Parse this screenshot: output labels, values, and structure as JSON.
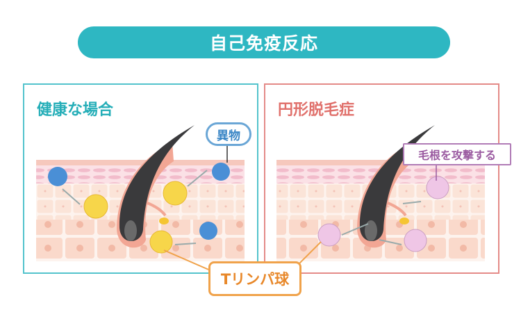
{
  "title": "自己免疫反応",
  "panels": {
    "left": {
      "title": "健康な場合",
      "border_color": "#52c3cc",
      "title_color": "#25aeb8"
    },
    "right": {
      "title": "円形脱毛症",
      "border_color": "#e48a87",
      "title_color": "#e0706b"
    }
  },
  "labels": {
    "foreign_body": "異物",
    "attack_hair_root": "毛根を攻撃する",
    "t_lymphocyte": "Tリンパ球"
  },
  "colors": {
    "title_bar": "#2eb7c2",
    "t_cell_healthy": "#f7d64a",
    "t_cell_autoimmune": "#efc6e6",
    "foreign_body": "#4a8fd6",
    "hair": "#3a3a3c",
    "skin": "#fbe0d4"
  }
}
